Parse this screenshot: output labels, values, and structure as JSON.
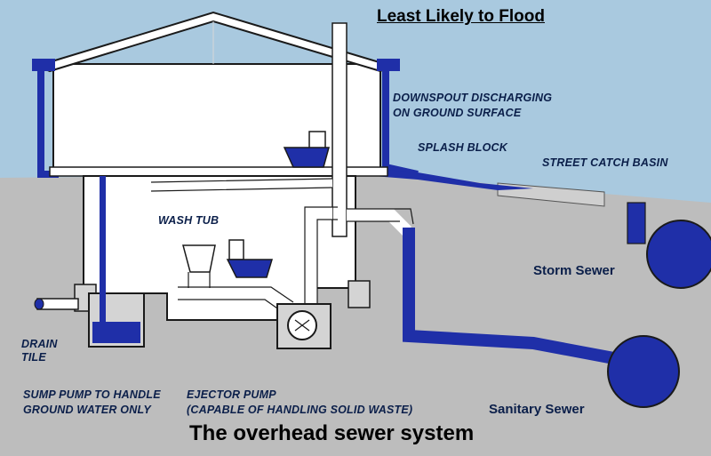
{
  "diagram": {
    "title": "Least Likely to Flood",
    "caption": "The overhead sewer system",
    "labels": {
      "downspout": "DOWNSPOUT DISCHARGING\nON GROUND SURFACE",
      "splash_block": "SPLASH BLOCK",
      "street_catch_basin": "STREET CATCH BASIN",
      "wash_tub": "WASH TUB",
      "storm_sewer": "Storm Sewer",
      "sanitary_sewer": "Sanitary Sewer",
      "drain_tile": "DRAIN\nTILE",
      "sump_pump": "SUMP PUMP TO HANDLE\nGROUND WATER ONLY",
      "ejector_pump": "EJECTOR PUMP\n(CAPABLE OF HANDLING SOLID WASTE)"
    },
    "colors": {
      "sky": "#a9c9df",
      "ground": "#bdbdbd",
      "water": "#1f2fa8",
      "structure": "#ffffff",
      "outline": "#1a1a1a",
      "text": "#0b1f4a"
    }
  }
}
